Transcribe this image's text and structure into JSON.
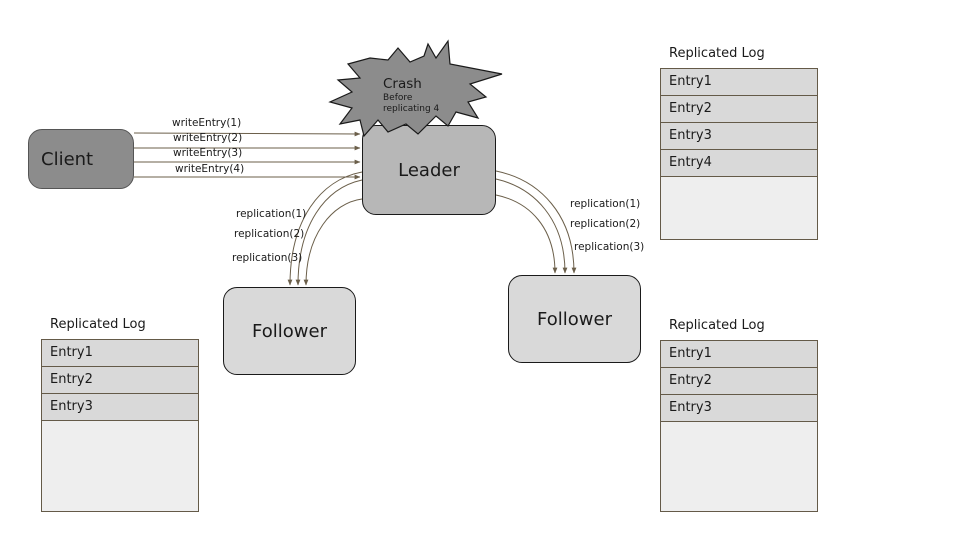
{
  "nodes": {
    "client": "Client",
    "leader": "Leader",
    "follower_left": "Follower",
    "follower_right": "Follower"
  },
  "crash": {
    "title": "Crash",
    "subtitle": "Before replicating 4"
  },
  "write_messages": [
    "writeEntry(1)",
    "writeEntry(2)",
    "writeEntry(3)",
    "writeEntry(4)"
  ],
  "replication_left": [
    "replication(1)",
    "replication(2)",
    "replication(3)"
  ],
  "replication_right": [
    "replication(1)",
    "replication(2)",
    "replication(3)"
  ],
  "logs": {
    "leader": {
      "title": "Replicated Log",
      "entries": [
        "Entry1",
        "Entry2",
        "Entry3",
        "Entry4"
      ]
    },
    "follower_left": {
      "title": "Replicated Log",
      "entries": [
        "Entry1",
        "Entry2",
        "Entry3"
      ]
    },
    "follower_right": {
      "title": "Replicated Log",
      "entries": [
        "Entry1",
        "Entry2",
        "Entry3"
      ]
    }
  },
  "colors": {
    "arrow": "#6b5f4a",
    "client_fill": "#8c8c8c",
    "leader_fill": "#b7b7b7",
    "follower_fill": "#d9d9d9",
    "crash_fill": "#8c8c8c",
    "log_entry_fill": "#d9d9d9",
    "log_empty_fill": "#eeeeee"
  }
}
